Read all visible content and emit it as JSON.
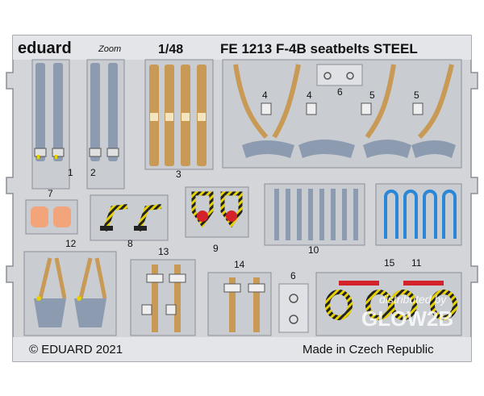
{
  "header": {
    "brand": "eduard",
    "line_label": "Zoom",
    "scale": "1/48",
    "title": "FE 1213 F-4B seatbelts STEEL"
  },
  "footer": {
    "copyright": "© EDUARD 2021",
    "origin": "Made in Czech Republic"
  },
  "watermark": {
    "text": "distributed by",
    "brand": "GLOW2B"
  },
  "part_numbers": [
    "1",
    "2",
    "3",
    "4",
    "4",
    "6",
    "5",
    "5",
    "7",
    "8",
    "9",
    "10",
    "11",
    "12",
    "13",
    "14",
    "6",
    "15"
  ],
  "colors": {
    "fret": "#d3d5d9",
    "fret_edge": "#8b8f97",
    "strap_grey": "#8d9bb0",
    "strap_tan": "#c89a55",
    "orange_pad": "#f2a47a",
    "blue_loop": "#2a86d6",
    "red_part": "#d4222a",
    "yellow_hazard": "#e8d100"
  }
}
